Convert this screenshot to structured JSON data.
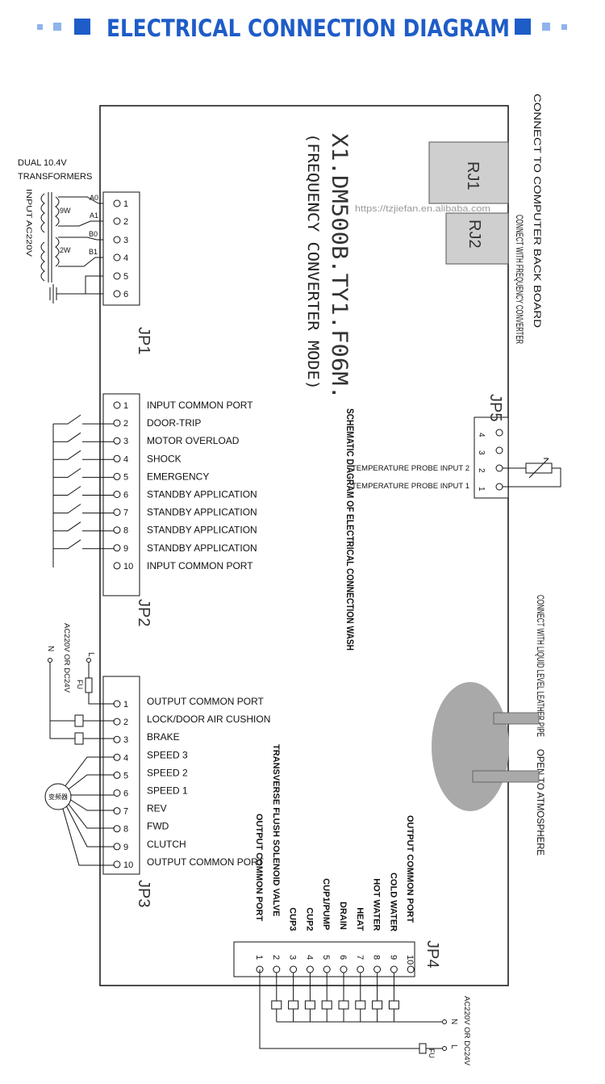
{
  "header": {
    "title": "ELECTRICAL CONNECTION DIAGRAM",
    "accent_color": "#1e5cc8",
    "accent_light": "#8fb4ec"
  },
  "board": {
    "model": "X1.DM500B.TY1.F06M.",
    "mode": "(FREQUENCY CONVERTER MODE)",
    "schematic_label": "SCHEMATIC DIAGRAM OF ELECTRICAL CONNECTION WASH",
    "watermark": "https://tzjiefan.en.alibaba.com"
  },
  "top_right": {
    "rj1": "RJ1",
    "rj2": "RJ2",
    "rj1_label": "CONNECT TO COMPUTER BACK BOARD",
    "rj2_label": "CONNECT WITH FREQUENCY CONVERTER"
  },
  "jp1": {
    "name": "JP1",
    "transformer_label": "DUAL  10.4V TRANSFORMERS",
    "input_label": "INPUT AC220V",
    "coil1": "9W",
    "coil2": "2W",
    "taps": [
      "A0",
      "A1",
      "B0",
      "B1"
    ],
    "pins": [
      "1",
      "2",
      "3",
      "4",
      "5",
      "6"
    ]
  },
  "jp2": {
    "name": "JP2",
    "pins": [
      {
        "num": "1",
        "label": "INPUT COMMON PORT"
      },
      {
        "num": "2",
        "label": "DOOR-TRIP"
      },
      {
        "num": "3",
        "label": "MOTOR OVERLOAD"
      },
      {
        "num": "4",
        "label": "SHOCK"
      },
      {
        "num": "5",
        "label": "EMERGENCY"
      },
      {
        "num": "6",
        "label": "STANDBY APPLICATION"
      },
      {
        "num": "7",
        "label": "STANDBY APPLICATION"
      },
      {
        "num": "8",
        "label": "STANDBY APPLICATION"
      },
      {
        "num": "9",
        "label": "STANDBY APPLICATION"
      },
      {
        "num": "10",
        "label": "INPUT COMMON PORT"
      }
    ]
  },
  "jp3": {
    "name": "JP3",
    "supply_label": "AC220V OR DC24V",
    "l": "L",
    "n": "N",
    "fu": "FU",
    "motor_label": "变频器",
    "pins": [
      {
        "num": "1",
        "label": "OUTPUT COMMON PORT"
      },
      {
        "num": "2",
        "label": "LOCK/DOOR AIR CUSHION"
      },
      {
        "num": "3",
        "label": "BRAKE"
      },
      {
        "num": "4",
        "label": "SPEED 3"
      },
      {
        "num": "5",
        "label": "SPEED 2"
      },
      {
        "num": "6",
        "label": "SPEED 1"
      },
      {
        "num": "7",
        "label": "REV"
      },
      {
        "num": "8",
        "label": "FWD"
      },
      {
        "num": "9",
        "label": "CLUTCH"
      },
      {
        "num": "10",
        "label": "OUTPUT COMMON PORT"
      }
    ]
  },
  "jp4": {
    "name": "JP4",
    "supply_label": "AC220V OR DC24V",
    "n": "N",
    "l": "L",
    "fu": "FU",
    "pins": [
      {
        "num": "1",
        "label": "OUTPUT COMMON PORT"
      },
      {
        "num": "2",
        "label": "TRANSVERSE FLUSH SOLENOID VALVE"
      },
      {
        "num": "3",
        "label": "CUP3"
      },
      {
        "num": "4",
        "label": "CUP2"
      },
      {
        "num": "5",
        "label": "CUP1/PUMP"
      },
      {
        "num": "6",
        "label": "DRAIN"
      },
      {
        "num": "7",
        "label": "HEAT"
      },
      {
        "num": "8",
        "label": "HOT WATER"
      },
      {
        "num": "9",
        "label": "COLD WATER"
      },
      {
        "num": "10",
        "label": "OUTPUT COMMON PORT"
      }
    ]
  },
  "jp5": {
    "name": "JP5",
    "pins": [
      "4",
      "3",
      "2",
      "1"
    ],
    "probe2": "TEMPERATURE PROBE INPUT 2",
    "probe1": "TEMPERATURE PROBE INPUT 1"
  },
  "level": {
    "liquid_label": "CONNECT WITH LIQUID LEVEL LEATHER PIPE",
    "atmosphere_label": "OPEN TO ATMOSPHERE"
  }
}
